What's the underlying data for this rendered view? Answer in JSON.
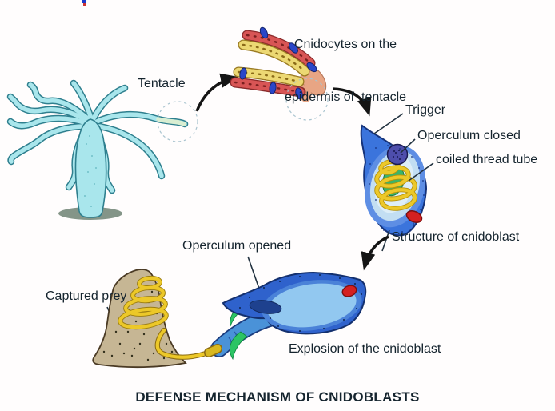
{
  "diagram": {
    "title": "DEFENSE MECHANISM OF CNIDOBLASTS",
    "labels": {
      "tentacle": "Tentacle",
      "cnidocytes_caption_line1": "Cnidocytes on the",
      "cnidocytes_caption_line2": "epidermis of  tentacle",
      "trigger": "Trigger",
      "operculum_closed": "Operculum closed",
      "coiled_thread_tube": "coiled thread tube",
      "structure_of_cnidoblast": "Structure of cnidoblast",
      "operculum_opened": "Operculum opened",
      "captured_prey": "Captured prey",
      "explosion_of_cnidoblast": "Explosion of the cnidoblast"
    },
    "colors": {
      "background": "#fffdfd",
      "text": "#15242e",
      "hydra_body": "#a9e6ec",
      "hydra_outline": "#2e7f8e",
      "tentacle_tip_pale": "#d9eed2",
      "epidermis_cell_red": "#d85555",
      "epidermis_cell_red_outline": "#8a2a2a",
      "epidermis_cell_yellow": "#ecd873",
      "epidermis_cell_yellow_outline": "#9a7a22",
      "cnidocyte_blue": "#2a46c8",
      "epidermis_fold_salmon": "#e8a584",
      "cnidoblast_cell_blue": "#3b74dc",
      "cnidoblast_outline": "#16337a",
      "capsule_light_blue": "#c2def2",
      "operculum_purple": "#4e4eac",
      "thread_tube_yellow": "#ecc829",
      "capsule_green": "#3cb468",
      "nucleus_red": "#d42020",
      "exploded_cell_blue": "#2f62cc",
      "exploded_cell_inner": "#92c8f0",
      "ejected_tube_blue": "#4a92d8",
      "barb_green": "#2cc464",
      "prey_tan": "#c6b694",
      "prey_outline": "#4a3a24",
      "arrow_black": "#151515"
    }
  }
}
